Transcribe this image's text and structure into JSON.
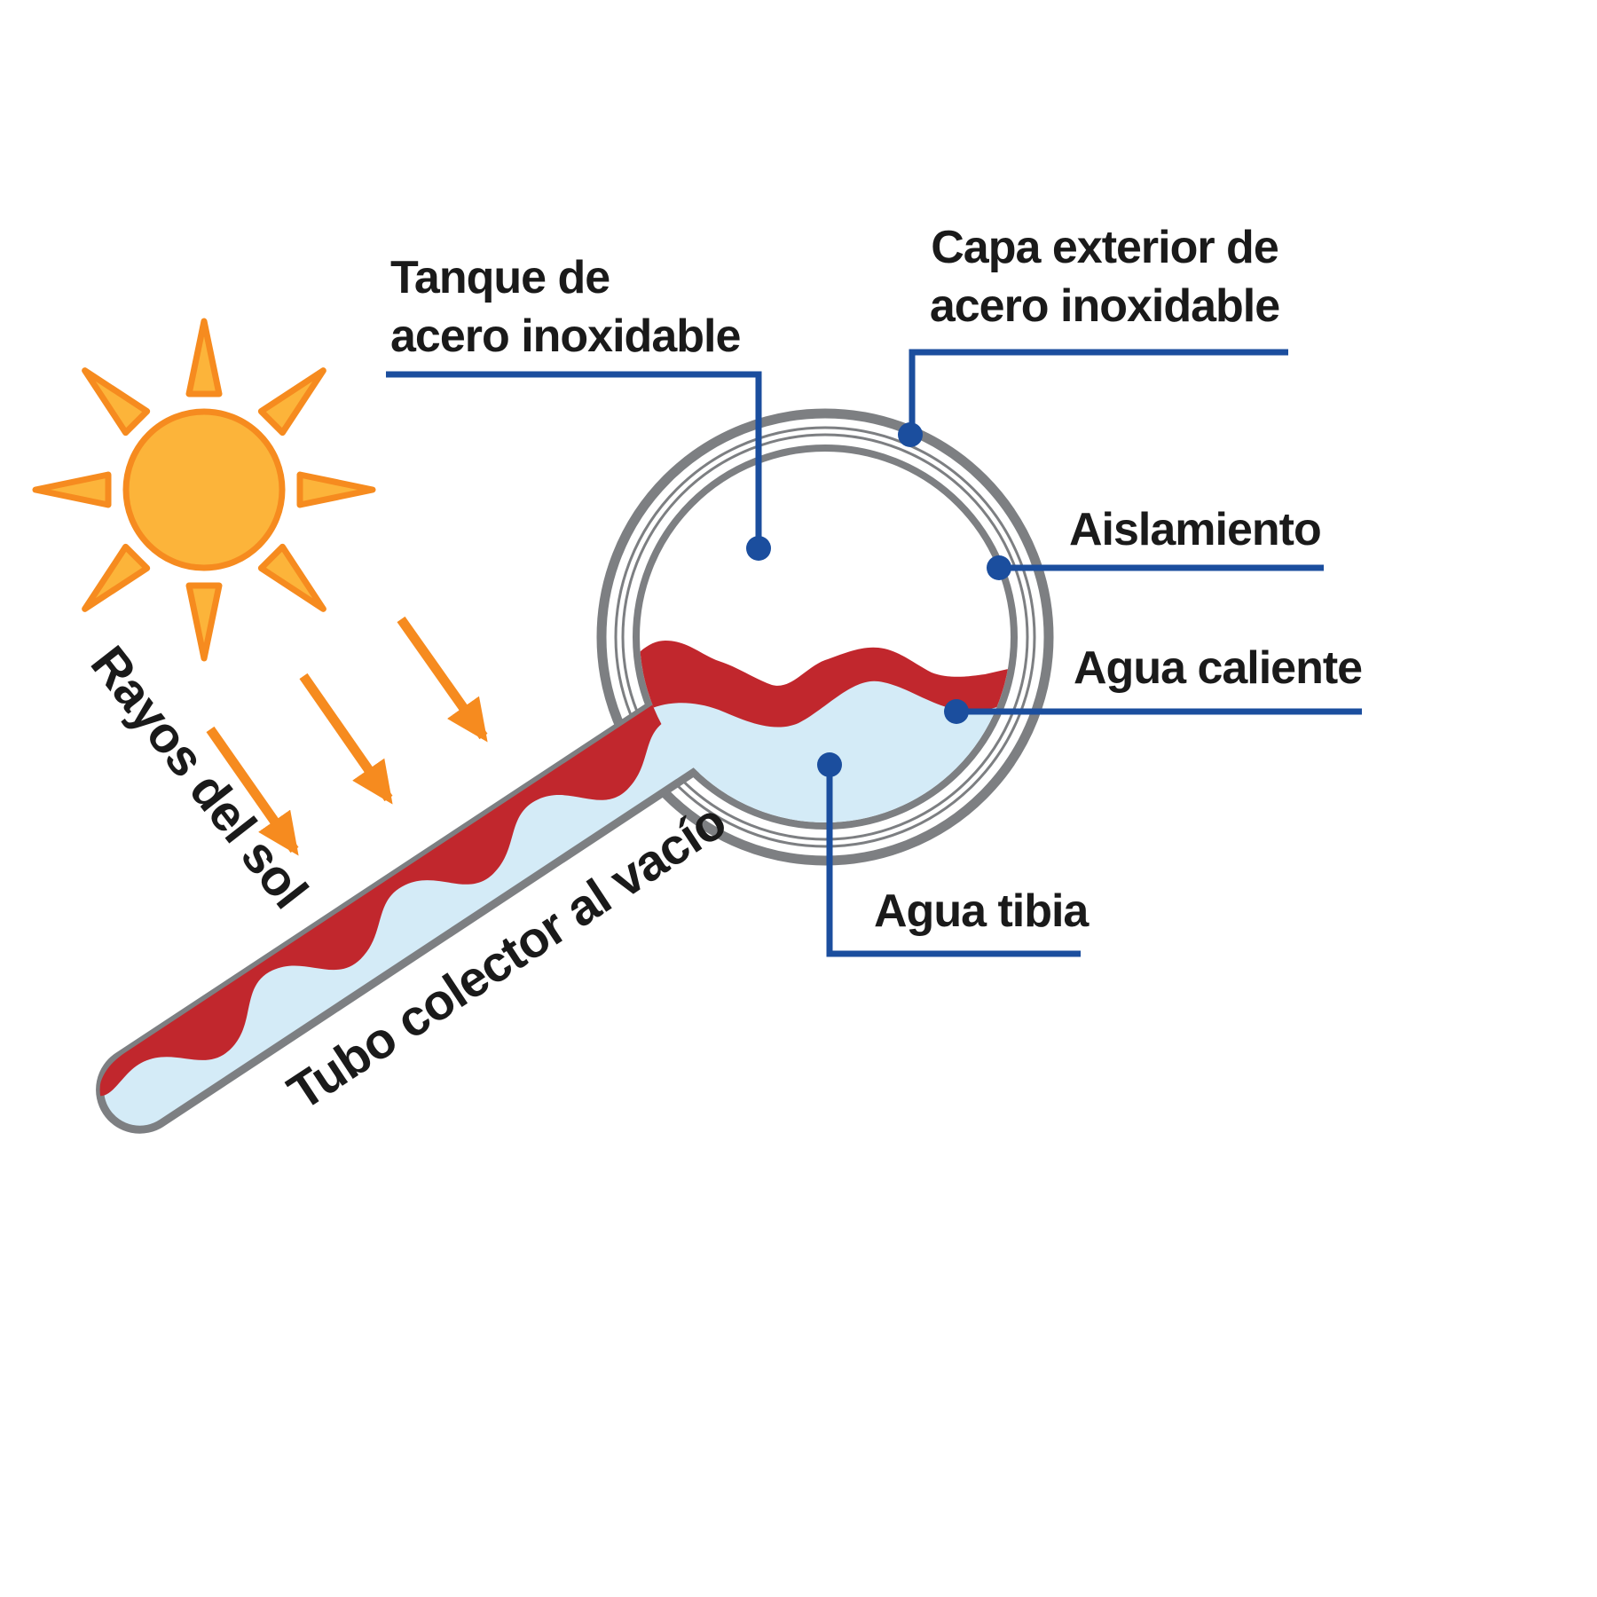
{
  "figure": {
    "type": "diagram",
    "subject": "Calentador solar: corte de tanque de agua y tubo colector al vacio"
  },
  "colors": {
    "label_text": "#1a1a1a",
    "callout_blue": "#1b4e9e",
    "sun_fill": "#fcb43a",
    "sun_stroke": "#f68b1f",
    "arrow_orange": "#f68b1f",
    "hot_water_red": "#c1272d",
    "warm_water_blue": "#d4ebf7",
    "outline_gray": "#7d7f82",
    "background": "#ffffff"
  },
  "labels": {
    "tank": {
      "line1": "Tanque de",
      "line2": "acero inoxidable"
    },
    "outer_layer": {
      "line1": "Capa exterior de",
      "line2": "acero inoxidable"
    },
    "insulation": "Aislamiento",
    "hot_water": "Agua caliente",
    "warm_water": "Agua tibia",
    "sun_rays": "Rayos del sol",
    "collector_tube": "Tubo colector al vacío"
  }
}
